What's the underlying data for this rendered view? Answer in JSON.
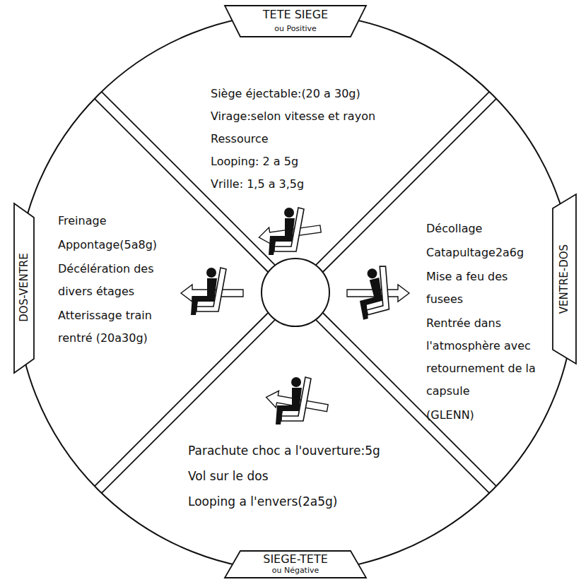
{
  "diagram": {
    "nodes": [
      {
        "text": [
          "TETE SIEGE",
          "ou Positive"
        ]
      },
      {
        "text": [
          "Siège éjectable:(20 a 30g)",
          "Virage:selon vitesse et rayon",
          "Ressource",
          "Looping: 2 a 5g",
          "Vrille: 1,5 a 3,5g"
        ]
      },
      {
        "text": [
          "DOS-VENTRE"
        ]
      },
      {
        "text": [
          "Freinage",
          "Appontage(5a8g)",
          "Décélération des divers étages",
          "Atterissage train rentré (20a30g)"
        ]
      },
      {
        "text": [
          "Décollage",
          "Catapultage2a6g",
          "Mise a feu des fusees",
          "Rentrée dans l'atmosphère avec retournement de la capsule",
          "(GLENN)"
        ]
      },
      {
        "text": [
          "VENTRE-DOS"
        ]
      },
      {
        "text": [
          "Parachute choc a l'ouverture:5g",
          "Vol sur le dos",
          "Looping a l'envers(2a5g)"
        ]
      },
      {
        "text": [
          "SIEGE-TETE",
          "ou Négative"
        ]
      }
    ]
  }
}
